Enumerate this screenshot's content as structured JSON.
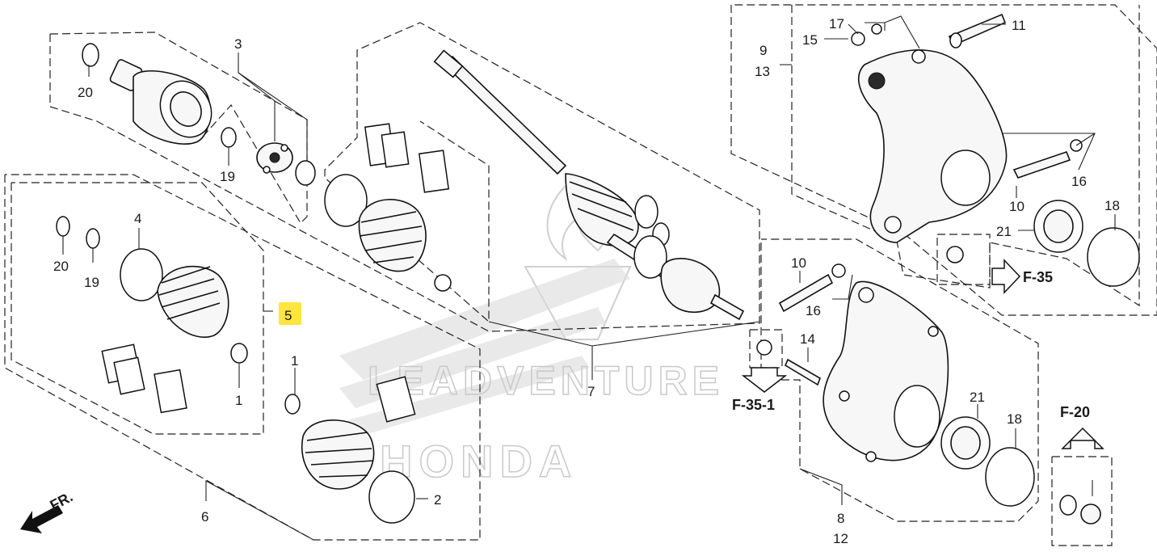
{
  "diagram": {
    "callouts": {
      "p20a": "20",
      "p3": "3",
      "p19a": "19",
      "p4": "4",
      "p20b": "20",
      "p19b": "19",
      "p5": "5",
      "p1a": "1",
      "p1b": "1",
      "p6": "6",
      "p2": "2",
      "p7": "7",
      "p17": "17",
      "p15": "15",
      "p11": "11",
      "p9": "9",
      "p13": "13",
      "p16a": "16",
      "p10a": "10",
      "p18a": "18",
      "p21a": "21",
      "p10b": "10",
      "p16b": "16",
      "p14": "14",
      "p21b": "21",
      "p18b": "18",
      "p8": "8",
      "p12": "12"
    },
    "refs": {
      "f35": "F-35",
      "f35_1": "F-35-1",
      "f20": "F-20"
    },
    "front_label": "FR.",
    "watermark": {
      "line1": "LEADVENTURE",
      "line2": "HONDA"
    },
    "colors": {
      "highlight": "#ffe53d",
      "line": "#222222",
      "watermark": "#c9c9c9"
    }
  }
}
